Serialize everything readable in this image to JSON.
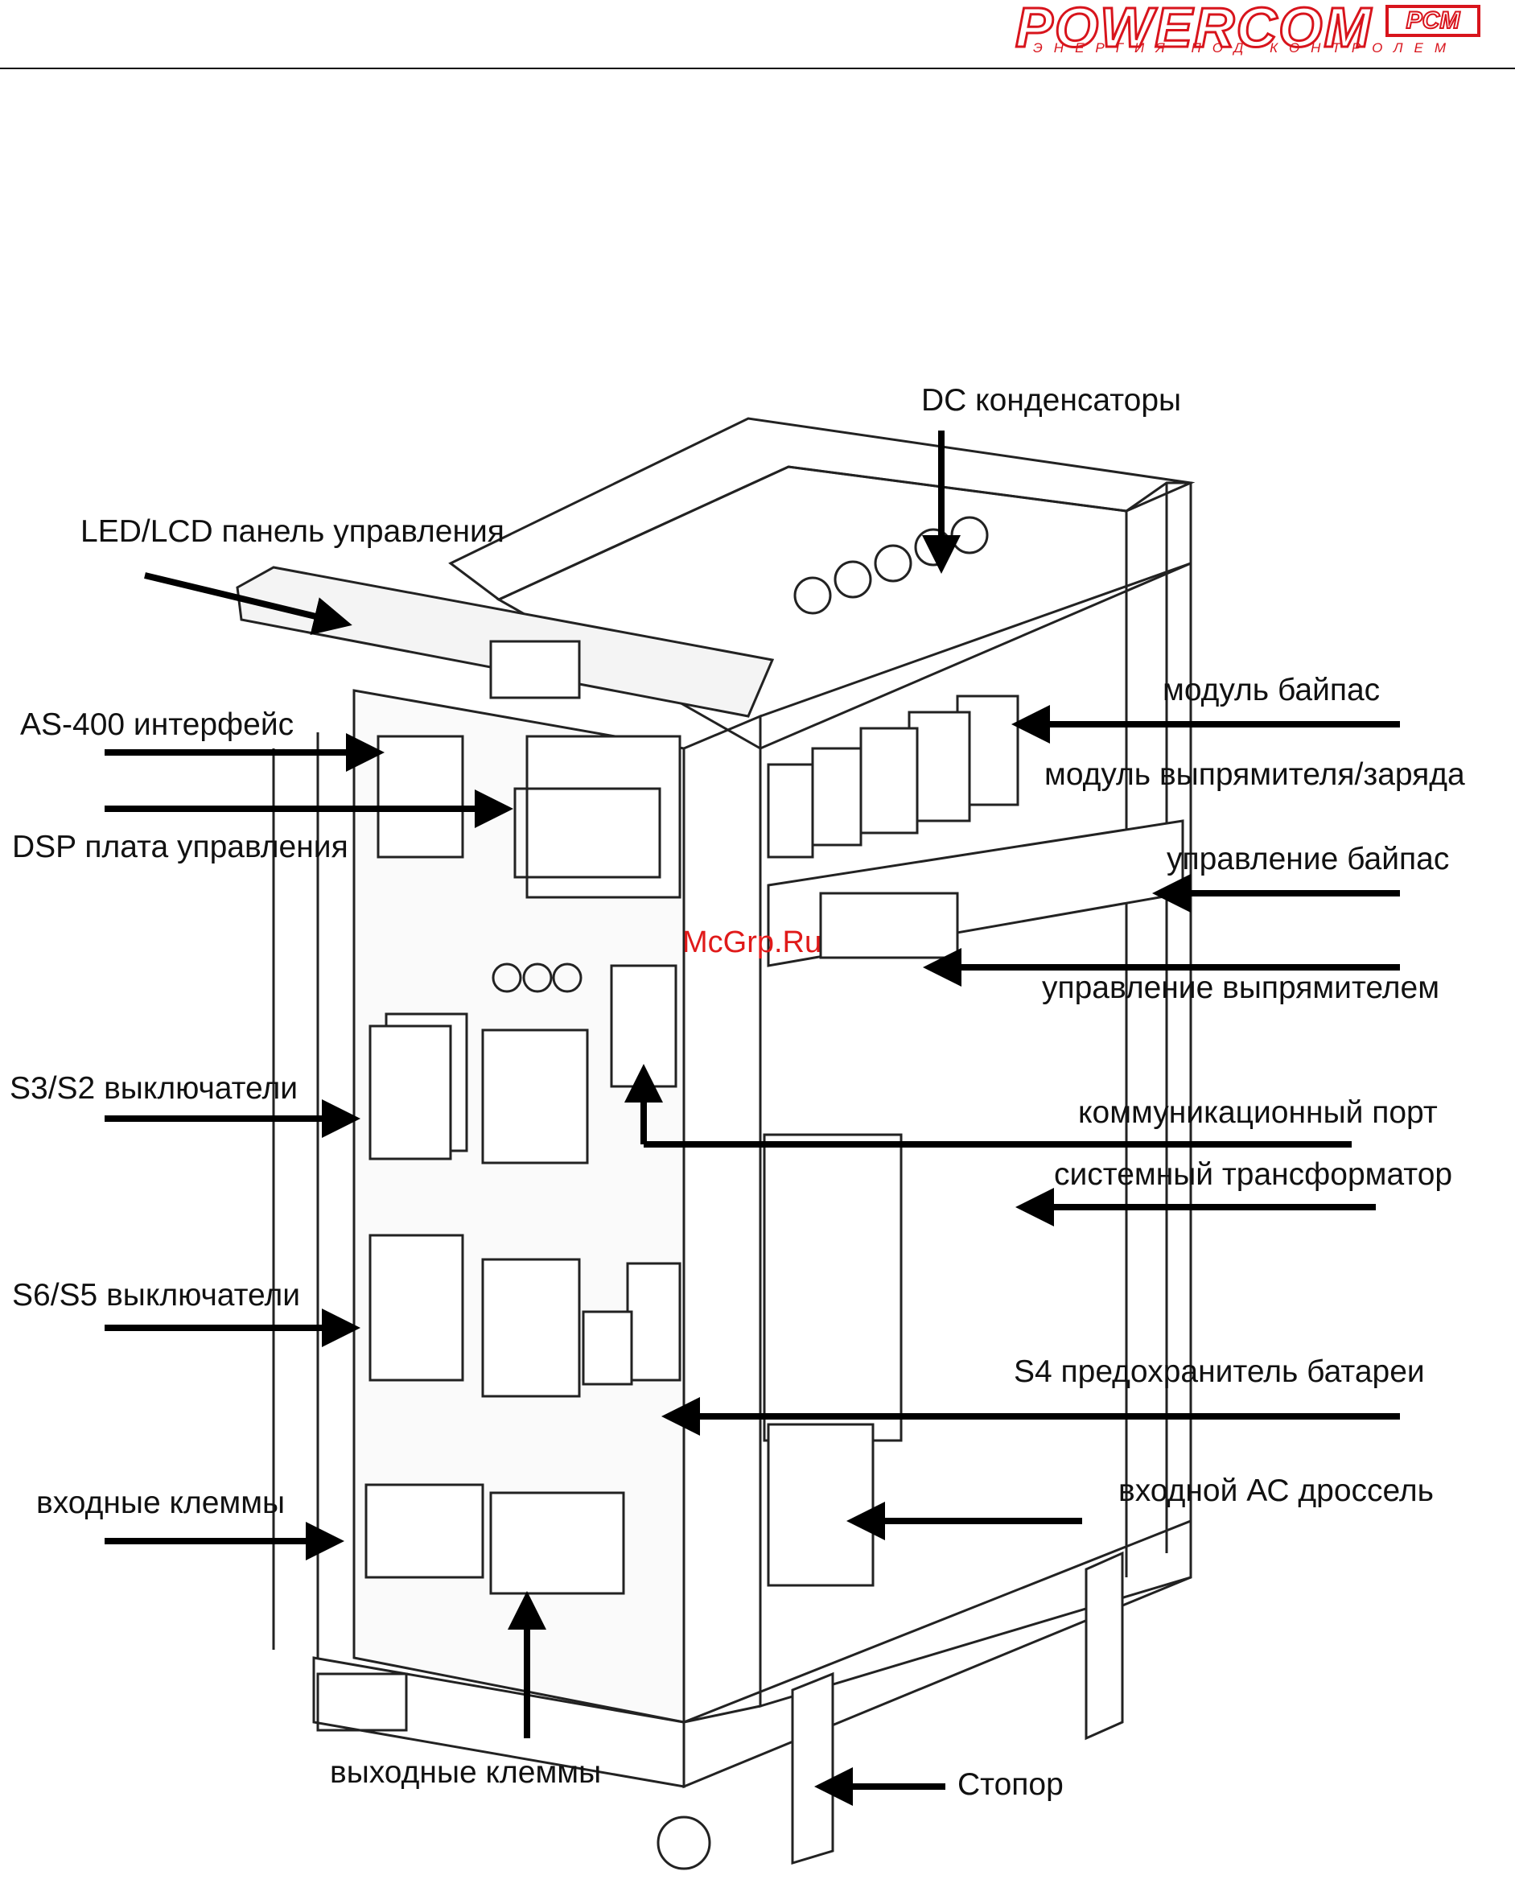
{
  "header": {
    "logo": {
      "wordmark": "POWERCOM",
      "mark": "PCM",
      "tagline": "ЭНЕРГИЯ ПОД КОНТРОЛЕМ",
      "color": "#d8141c"
    }
  },
  "diagram": {
    "labels": {
      "dc_capacitors": "DC конденсаторы",
      "led_lcd_panel": "LED/LCD панель управления",
      "as400_interface": "AS-400 интерфейс",
      "dsp_board": "DSP плата управления",
      "bypass_module": "модуль байпас",
      "rectifier_module": "модуль выпрямителя/заряда",
      "bypass_control": "управление байпас",
      "rectifier_control": "управление выпрямителем",
      "s3_s2_switches": "S3/S2 выключатели",
      "comm_port": "коммуникационный порт",
      "system_transformer": "системный трансформатор",
      "s6_s5_switches": "S6/S5 выключатели",
      "s4_battery_fuse": "S4 предохранитель батареи",
      "input_terminals": "входные клеммы",
      "input_ac_choke": "входной АС дроссель",
      "output_terminals": "выходные клеммы",
      "stopper": "Стопор"
    },
    "watermark": "McGrp.Ru",
    "watermark_color": "#e01a1a"
  }
}
